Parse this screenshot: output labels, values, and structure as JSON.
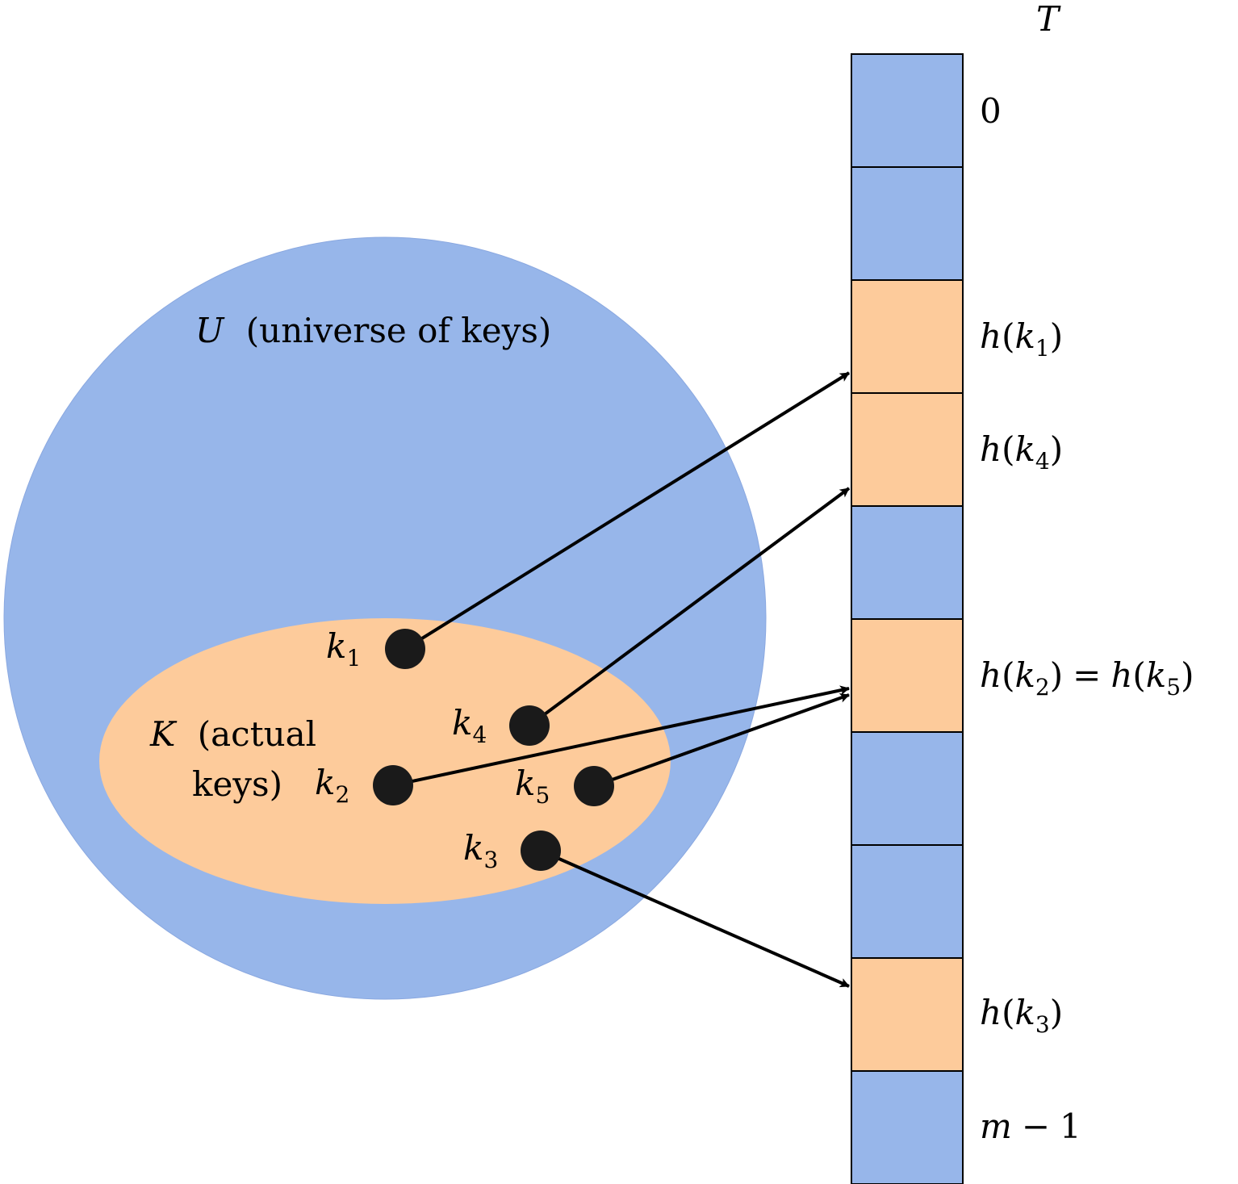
{
  "colors": {
    "universe_fill": "#97b6ea",
    "keyset_fill": "#fdcb9b",
    "empty_slot": "#97b6ea",
    "used_slot": "#fdcb9b",
    "key_dot": "#1a1a1a",
    "arrow": "#000000"
  },
  "universe": {
    "symbol": "U",
    "caption": "(universe of keys)"
  },
  "keyset": {
    "symbol": "K",
    "caption_line1": "(actual",
    "caption_line2": "keys)"
  },
  "table": {
    "name": "T",
    "slots": [
      {
        "state": "empty",
        "label": "0"
      },
      {
        "state": "empty",
        "label": ""
      },
      {
        "state": "used",
        "label": "h(k1)"
      },
      {
        "state": "used",
        "label": "h(k4)"
      },
      {
        "state": "empty",
        "label": ""
      },
      {
        "state": "used",
        "label": "h(k2) = h(k5)"
      },
      {
        "state": "empty",
        "label": ""
      },
      {
        "state": "empty",
        "label": ""
      },
      {
        "state": "used",
        "label": "h(k3)"
      },
      {
        "state": "empty",
        "label": "m − 1"
      }
    ]
  },
  "keys": [
    {
      "id": "k1",
      "base": "k",
      "sub": "1",
      "target_slot": 2
    },
    {
      "id": "k4",
      "base": "k",
      "sub": "4",
      "target_slot": 3
    },
    {
      "id": "k2",
      "base": "k",
      "sub": "2",
      "target_slot": 5
    },
    {
      "id": "k5",
      "base": "k",
      "sub": "5",
      "target_slot": 5
    },
    {
      "id": "k3",
      "base": "k",
      "sub": "3",
      "target_slot": 8
    }
  ]
}
